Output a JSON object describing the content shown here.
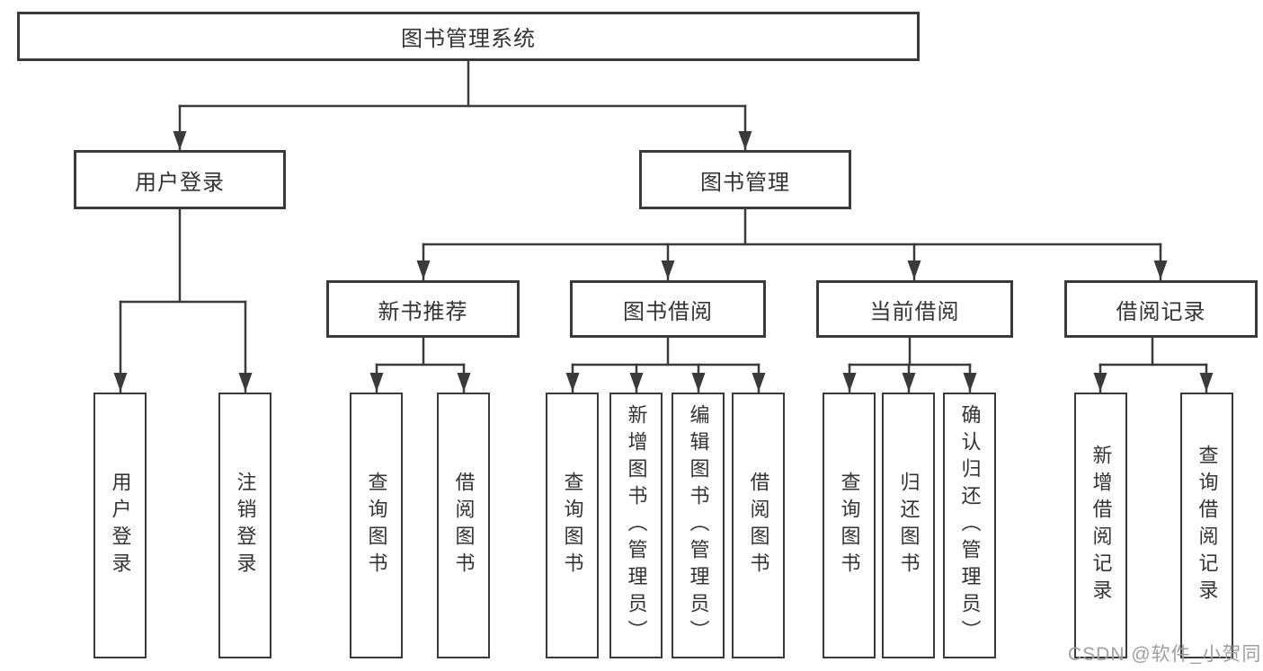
{
  "diagram": {
    "root": {
      "label": "图书管理系统"
    },
    "level2": [
      {
        "label": "用户登录"
      },
      {
        "label": "图书管理"
      }
    ],
    "level3": [
      {
        "label": "新书推荐"
      },
      {
        "label": "图书借阅"
      },
      {
        "label": "当前借阅"
      },
      {
        "label": "借阅记录"
      }
    ],
    "leaves": [
      {
        "label": "用户登录"
      },
      {
        "label": "注销登录"
      },
      {
        "label": "查询图书"
      },
      {
        "label": "借阅图书"
      },
      {
        "label": "查询图书"
      },
      {
        "label": "新增图书（管理员）"
      },
      {
        "label": "编辑图书（管理员）"
      },
      {
        "label": "借阅图书"
      },
      {
        "label": "查询图书"
      },
      {
        "label": "归还图书"
      },
      {
        "label": "确认归还（管理员）"
      },
      {
        "label": "新增借阅记录"
      },
      {
        "label": "查询借阅记录"
      }
    ]
  },
  "watermark": {
    "text": "CSDN @软件_小贺同学"
  },
  "colors": {
    "line": "#3a3a3a",
    "text": "#333333",
    "watermark": "#9f9f9f",
    "background": "#ffffff"
  }
}
